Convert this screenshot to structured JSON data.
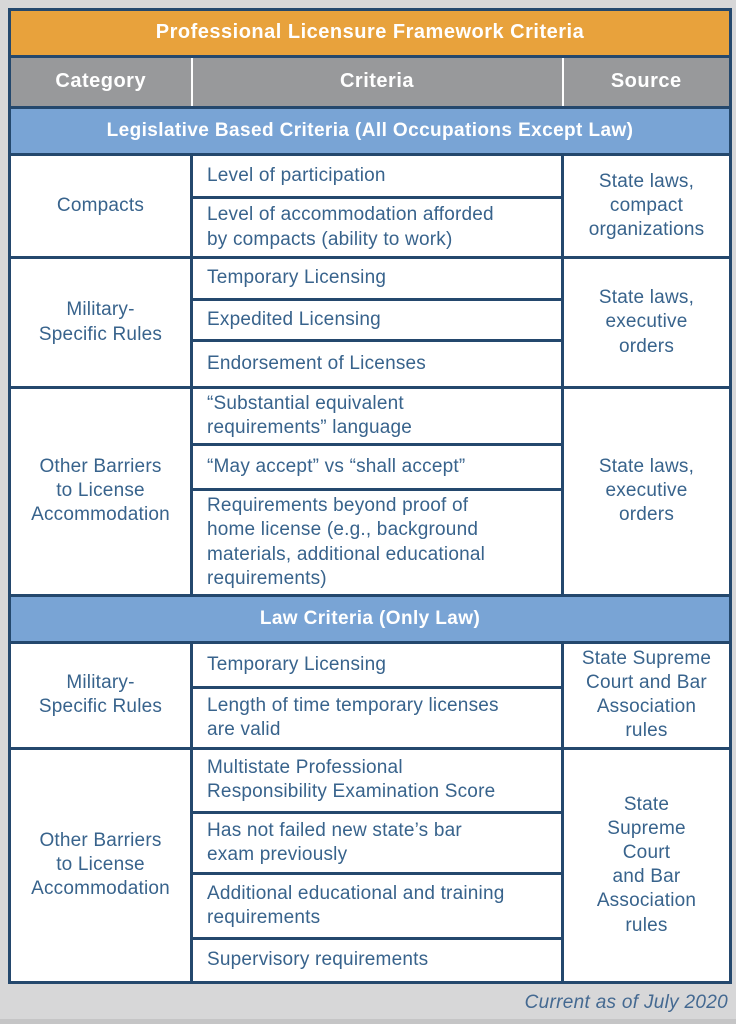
{
  "page": {
    "footer_note": "Current as of July 2020"
  },
  "colors": {
    "title_orange": "#e8a23c",
    "header_gray": "#98999b",
    "band_blue": "#79a4d5",
    "border_navy": "#24486d",
    "text_navy": "#38638c",
    "header_text": "#ffffff",
    "page_background": "#d7d7d8"
  },
  "table": {
    "title": "Professional Licensure Framework Criteria",
    "columns": [
      "Category",
      "Criteria",
      "Source"
    ],
    "sections": [
      {
        "band": "Legislative Based Criteria (All Occupations Except Law)",
        "groups": [
          {
            "category": "Compacts",
            "criteria": [
              "Level of participation",
              "Level of accommodation afforded\nby compacts (ability to work)"
            ],
            "source": "State laws,\ncompact\norganizations"
          },
          {
            "category": "Military-\nSpecific Rules",
            "criteria": [
              "Temporary Licensing",
              "Expedited Licensing",
              "Endorsement of Licenses"
            ],
            "source": "State laws,\nexecutive\norders"
          },
          {
            "category": "Other Barriers\nto License\nAccommodation",
            "criteria": [
              "“Substantial equivalent\nrequirements” language",
              "“May accept” vs “shall accept”",
              "Requirements beyond proof of\nhome license (e.g., background\nmaterials, additional educational\nrequirements)"
            ],
            "source": "State laws,\nexecutive\norders"
          }
        ]
      },
      {
        "band": "Law Criteria (Only Law)",
        "groups": [
          {
            "category": "Military-\nSpecific Rules",
            "criteria": [
              "Temporary Licensing",
              "Length of time temporary licenses\nare valid"
            ],
            "source": "State Supreme\nCourt and Bar\nAssociation\nrules"
          },
          {
            "category": "Other Barriers\nto License\nAccommodation",
            "criteria": [
              "Multistate Professional\nResponsibility Examination Score",
              "Has not failed new state’s bar\nexam previously",
              "Additional educational and training\nrequirements",
              "Supervisory requirements"
            ],
            "source": "State\nSupreme\nCourt\nand Bar\nAssociation\nrules"
          }
        ]
      }
    ]
  }
}
